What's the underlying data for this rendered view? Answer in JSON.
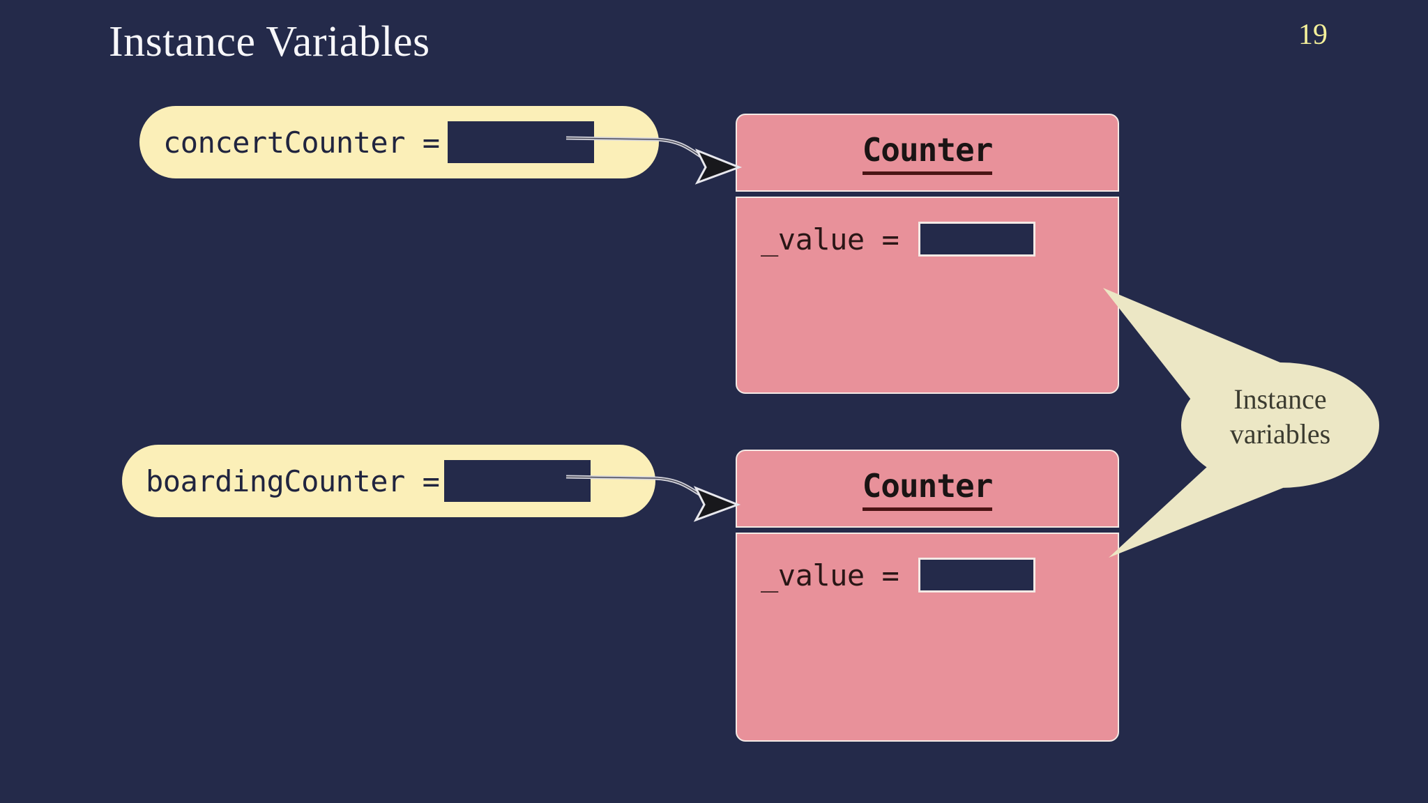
{
  "slide": {
    "title": "Instance Variables",
    "page_number": "19",
    "background_color": "#242a4a",
    "title_color": "#f7f7fa",
    "page_number_color": "#f4f09a"
  },
  "colors": {
    "background_navy": "#242a4a",
    "capsule_yellow": "#fbefb8",
    "object_salmon": "#e8919a",
    "callout_cream": "#ece7c5",
    "box_outline": "#f4eae6",
    "mono_text_dark": "#20243f",
    "underline_dark": "#4a1414",
    "arrow_line": "#c8c8d0",
    "arrow_head": "#1a1a1a"
  },
  "variables": [
    {
      "name": "variable-concert-counter",
      "label": "concertCounter =",
      "reference_value": "",
      "points_to": "counter-object-1"
    },
    {
      "name": "variable-boarding-counter",
      "label": "boardingCounter =",
      "reference_value": "",
      "points_to": "counter-object-2"
    }
  ],
  "objects": [
    {
      "name": "counter-object-1",
      "class_name": "Counter",
      "fields": [
        {
          "label": "_value =",
          "value": ""
        }
      ]
    },
    {
      "name": "counter-object-2",
      "class_name": "Counter",
      "fields": [
        {
          "label": "_value =",
          "value": ""
        }
      ]
    }
  ],
  "callout": {
    "line1": "Instance",
    "line2": "variables",
    "targets": [
      "counter-object-1-value-slot",
      "counter-object-2-value-slot"
    ]
  },
  "arrows": [
    {
      "name": "arrow-concert-to-counter-1",
      "from": "variable-concert-counter",
      "to": "counter-object-1"
    },
    {
      "name": "arrow-boarding-to-counter-2",
      "from": "variable-boarding-counter",
      "to": "counter-object-2"
    }
  ]
}
